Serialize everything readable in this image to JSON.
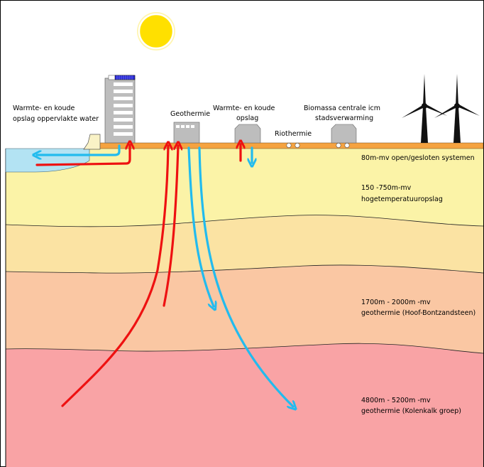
{
  "labels": {
    "surface_water": [
      "Warmte- en koude",
      "opslag oppervlakte water"
    ],
    "geothermie": "Geothermie",
    "wko": [
      "Warmte- en koude",
      "opslag"
    ],
    "riothermie": "Riothermie",
    "biomassa": [
      "Biomassa centrale icm",
      "stadsverwarming"
    ]
  },
  "layers": [
    {
      "lines": [
        "80m-mv open/gesloten systemen"
      ]
    },
    {
      "lines": [
        "150  -750m-mv",
        "hogetemperatuuropslag"
      ]
    },
    {
      "lines": [
        "1700m - 2000m -mv",
        "geothermie (Hoof-Bontzandsteen)"
      ]
    },
    {
      "lines": [
        "4800m - 5200m -mv",
        "geothermie (Kolenkalk groep)"
      ]
    }
  ],
  "colors": {
    "warm_arrow": "#ee1111",
    "cold_arrow": "#22bbee",
    "surface_band": "#f5a340",
    "water": "#b3e3f3",
    "layer_1": "#fbf3a7",
    "layer_2": "#fbe3a3",
    "layer_3": "#fac7a3",
    "layer_4": "#f9a3a5",
    "sun": "#ffe000"
  }
}
